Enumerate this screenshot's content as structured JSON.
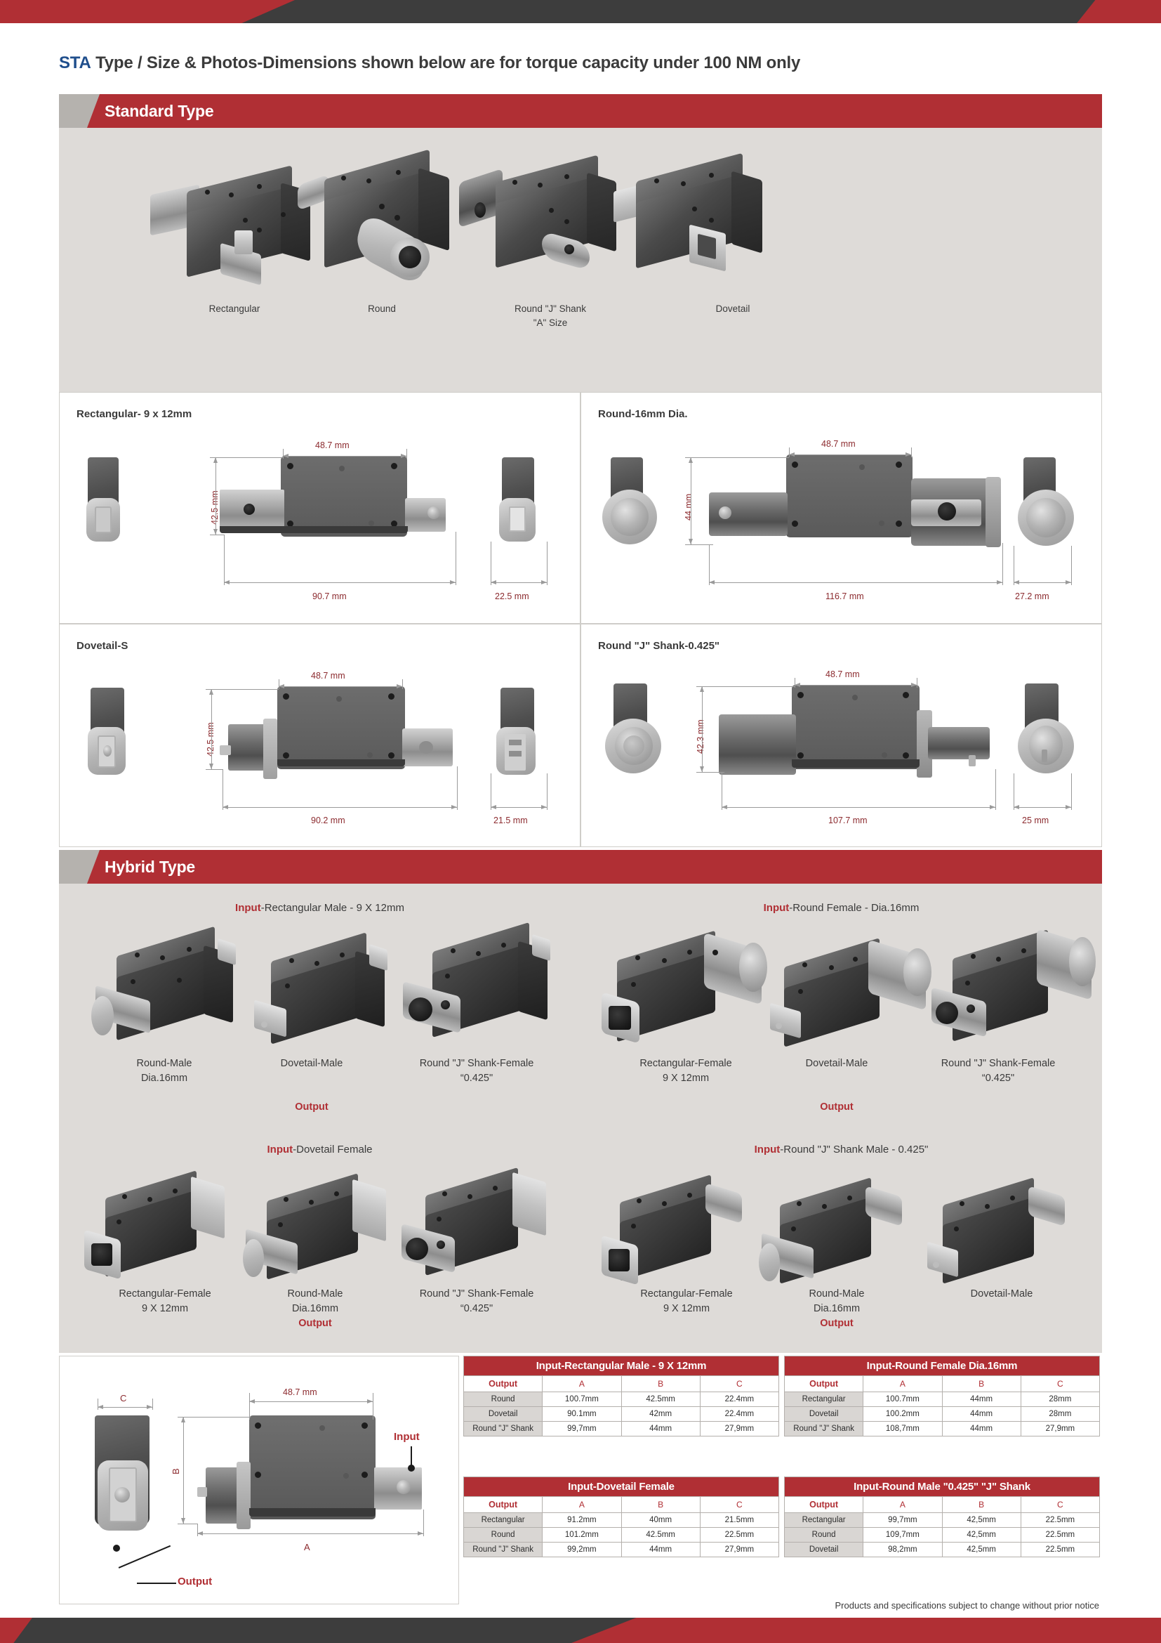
{
  "title": {
    "prefix": "STA",
    "rest": " Type / Size & Photos-Dimensions shown below are for torque capacity under 100 NM only"
  },
  "colors": {
    "brand_red": "#b02f34",
    "dark_gray": "#3d3d3d",
    "dim_red": "#8c2b2f",
    "panel_gray": "#dedbd8",
    "title_blue": "#1f4e8c"
  },
  "footer_note": "Products and specifications subject to change without prior notice",
  "sections": {
    "standard": {
      "label": "Standard Type"
    },
    "hybrid": {
      "label": "Hybrid Type"
    }
  },
  "standard_photos": [
    {
      "label_line1": "Rectangular",
      "label_line2": ""
    },
    {
      "label_line1": "Round",
      "label_line2": ""
    },
    {
      "label_line1": "Round \"J\" Shank",
      "label_line2": "\"A\" Size"
    },
    {
      "label_line1": "Dovetail",
      "label_line2": ""
    }
  ],
  "dimension_panels": [
    {
      "title": "Rectangular- 9 x 12mm",
      "width_top": "48.7 mm",
      "height": "42.5 mm",
      "length": "90.7 mm",
      "side_width": "22.5 mm"
    },
    {
      "title": "Round-16mm Dia.",
      "width_top": "48.7 mm",
      "height": "44 mm",
      "length": "116.7 mm",
      "side_width": "27.2 mm"
    },
    {
      "title": "Dovetail-S",
      "width_top": "48.7 mm",
      "height": "42.5 mm",
      "length": "90.2 mm",
      "side_width": "21.5 mm"
    },
    {
      "title": "Round \"J\" Shank-0.425\"",
      "width_top": "48.7 mm",
      "height": "42.3 mm",
      "length": "107.7 mm",
      "side_width": "25 mm"
    }
  ],
  "hybrid_panels": [
    {
      "input_prefix": "Input",
      "input_rest": "-Rectangular Male - 9 X 12mm",
      "output_label": "Output",
      "items": [
        {
          "line1": "Round-Male",
          "line2": "Dia.16mm"
        },
        {
          "line1": "Dovetail-Male",
          "line2": ""
        },
        {
          "line1": "Round \"J\" Shank-Female",
          "line2": "“0.425\""
        }
      ]
    },
    {
      "input_prefix": "Input",
      "input_rest": "-Round Female - Dia.16mm",
      "output_label": "Output",
      "items": [
        {
          "line1": "Rectangular-Female",
          "line2": "9 X 12mm"
        },
        {
          "line1": "Dovetail-Male",
          "line2": ""
        },
        {
          "line1": "Round \"J\" Shank-Female",
          "line2": "“0.425\""
        }
      ]
    },
    {
      "input_prefix": "Input",
      "input_rest": "-Dovetail Female",
      "output_label": "Output",
      "items": [
        {
          "line1": "Rectangular-Female",
          "line2": "9 X 12mm"
        },
        {
          "line1": "Round-Male",
          "line2": "Dia.16mm"
        },
        {
          "line1": "Round \"J\" Shank-Female",
          "line2": "“0.425\""
        }
      ]
    },
    {
      "input_prefix": "Input",
      "input_rest": "-Round \"J\" Shank Male - 0.425\"",
      "output_label": "Output",
      "items": [
        {
          "line1": "Rectangular-Female",
          "line2": "9 X 12mm"
        },
        {
          "line1": "Round-Male",
          "line2": "Dia.16mm"
        },
        {
          "line1": "Dovetail-Male",
          "line2": ""
        }
      ]
    }
  ],
  "abc_diagram": {
    "label_c": "C",
    "label_b": "B",
    "label_a": "A",
    "top_dim": "48.7 mm",
    "input_label": "Input",
    "output_label": "Output"
  },
  "chart_data": {
    "type": "table",
    "title": "Hybrid Type dimension tables",
    "tables": [
      {
        "header": "Input-Rectangular Male - 9 X 12mm",
        "columns": [
          "Output",
          "A",
          "B",
          "C"
        ],
        "rows": [
          [
            "Round",
            "100.7mm",
            "42.5mm",
            "22.4mm"
          ],
          [
            "Dovetail",
            "90.1mm",
            "42mm",
            "22.4mm"
          ],
          [
            "Round \"J\" Shank",
            "99,7mm",
            "44mm",
            "27,9mm"
          ]
        ]
      },
      {
        "header": "Input-Round Female  Dia.16mm",
        "columns": [
          "Output",
          "A",
          "B",
          "C"
        ],
        "rows": [
          [
            "Rectangular",
            "100.7mm",
            "44mm",
            "28mm"
          ],
          [
            "Dovetail",
            "100.2mm",
            "44mm",
            "28mm"
          ],
          [
            "Round \"J\" Shank",
            "108,7mm",
            "44mm",
            "27,9mm"
          ]
        ]
      },
      {
        "header": "Input-Dovetail Female",
        "columns": [
          "Output",
          "A",
          "B",
          "C"
        ],
        "rows": [
          [
            "Rectangular",
            "91.2mm",
            "40mm",
            "21.5mm"
          ],
          [
            "Round",
            "101.2mm",
            "42.5mm",
            "22.5mm"
          ],
          [
            "Round \"J\" Shank",
            "99,2mm",
            "44mm",
            "27,9mm"
          ]
        ]
      },
      {
        "header": "Input-Round Male  \"0.425\" \"J\" Shank",
        "columns": [
          "Output",
          "A",
          "B",
          "C"
        ],
        "rows": [
          [
            "Rectangular",
            "99,7mm",
            "42,5mm",
            "22.5mm"
          ],
          [
            "Round",
            "109,7mm",
            "42,5mm",
            "22.5mm"
          ],
          [
            "Dovetail",
            "98,2mm",
            "42,5mm",
            "22.5mm"
          ]
        ]
      }
    ]
  }
}
